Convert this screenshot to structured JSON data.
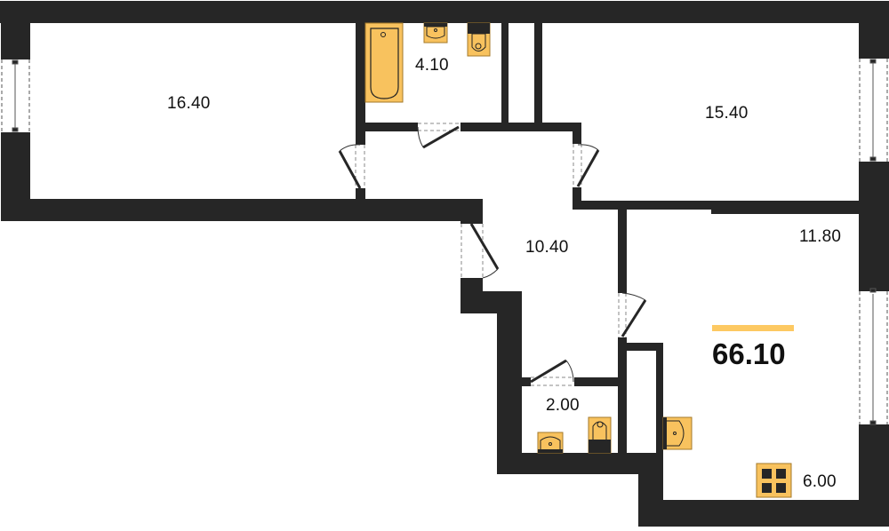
{
  "plan": {
    "total_area": "66.10",
    "accent_color": "#FDC962",
    "wall_color": "#262626",
    "fixture_fill": "#F8C25E",
    "rooms": [
      {
        "name": "bedroom-left",
        "area": "16.40"
      },
      {
        "name": "bathroom",
        "area": "4.10"
      },
      {
        "name": "bedroom-right",
        "area": "15.40"
      },
      {
        "name": "hallway",
        "area": "10.40"
      },
      {
        "name": "living-room",
        "area": "11.80"
      },
      {
        "name": "toilet",
        "area": "2.00"
      },
      {
        "name": "kitchen",
        "area": "6.00"
      }
    ],
    "fixtures": [
      "bathtub-icon",
      "sink-icon",
      "toilet-icon",
      "sink-icon",
      "toilet-icon",
      "sink-icon",
      "stove-icon"
    ]
  }
}
